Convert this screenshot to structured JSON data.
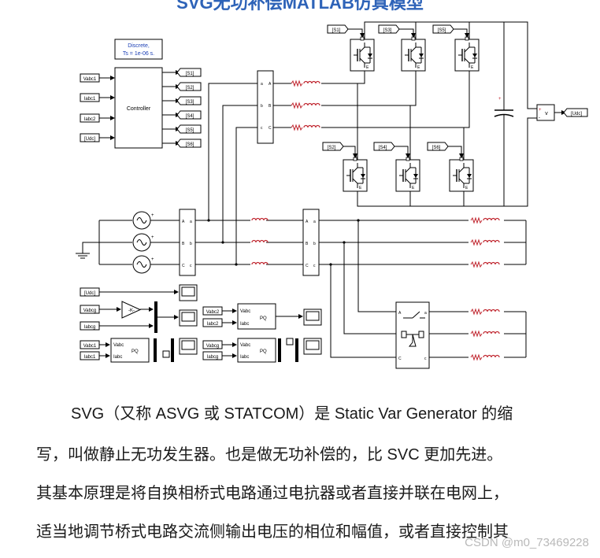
{
  "title": "SVG无功补偿MATLAB仿真模型",
  "powergui": {
    "line1": "Discrete,",
    "line2": "Ts = 1e-06 s."
  },
  "controller": {
    "label": "Controller",
    "inputs": [
      "Vabc1",
      "Iabc1",
      "Iabc2",
      "[Udc]"
    ],
    "outputs": [
      "[S1]",
      "[S2]",
      "[S3]",
      "[S4]",
      "[S5]",
      "[S6]"
    ]
  },
  "bridge": {
    "upper_tags": [
      "[S1]",
      "[S3]",
      "[S5]"
    ],
    "lower_tags": [
      "[S2]",
      "[S4]",
      "[S6]"
    ],
    "dc_tag": "[Udc]",
    "voltmeter_label": "v"
  },
  "vi_ports": {
    "a": "a",
    "b": "b",
    "c": "c",
    "A": "A",
    "B": "B",
    "C": "C"
  },
  "measurement": {
    "udc_in": "[Udc]",
    "vabcg": "Vabcg",
    "iabcg": "Iabcg",
    "gain": "-K-",
    "pq1": {
      "v_in": "Vabc2",
      "i_in": "Iabc2",
      "v_port": "Vabc",
      "i_port": "Iabc",
      "out": "PQ"
    },
    "pq2": {
      "v_in": "Vabc1",
      "i_in": "Iabc1",
      "v_port": "Vabc",
      "i_port": "Iabc",
      "out": "PQ"
    },
    "pq3": {
      "v_in": "Vabcg",
      "i_in": "Iabcg",
      "v_port": "Vabc",
      "i_port": "Iabc",
      "out": "PQ"
    }
  },
  "paragraph": [
    "SVG（又称 ASVG 或 STATCOM）是 Static Var Generator 的缩",
    "写，叫做静止无功发生器。也是做无功补偿的，比 SVC 更加先进。",
    "其基本原理是将自换相桥式电路通过电抗器或者直接并联在电网上，",
    "适当地调节桥式电路交流侧输出电压的相位和幅值，或者直接控制其"
  ],
  "watermark": "CSDN @m0_73469228"
}
